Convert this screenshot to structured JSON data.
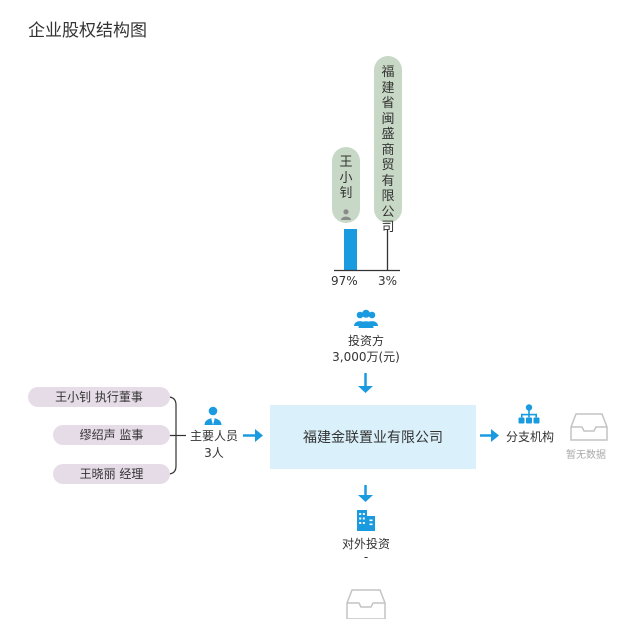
{
  "page": {
    "title": "企业股权结构图"
  },
  "colors": {
    "accent": "#1a9be0",
    "box_bg": "#daf0fa",
    "pill_green": "#c8d8c6",
    "pill_purple": "#e6dce8"
  },
  "shareholders": [
    {
      "name_chars": [
        "王",
        "小",
        "钊"
      ],
      "percent": "97%",
      "icon": "person-icon"
    },
    {
      "name_chars": [
        "福",
        "建",
        "省",
        "闽",
        "盛",
        "商",
        "贸",
        "有",
        "限",
        "公",
        "司"
      ],
      "percent": "3%",
      "icon": "none"
    }
  ],
  "investors": {
    "label": "投资方",
    "amount": "3,000万(元)",
    "icon": "group-icon"
  },
  "company": {
    "name": "福建金联置业有限公司"
  },
  "key_people": {
    "label": "主要人员",
    "count": "3人",
    "icon": "person-icon",
    "members": [
      {
        "text": "王小钊 执行董事"
      },
      {
        "text": "缪绍声 监事"
      },
      {
        "text": "王晓丽 经理"
      }
    ]
  },
  "branches": {
    "label": "分支机构",
    "empty_label": "暂无数据",
    "icon": "org-chart-icon"
  },
  "investments": {
    "label": "对外投资",
    "value": "-",
    "icon": "building-icon"
  }
}
